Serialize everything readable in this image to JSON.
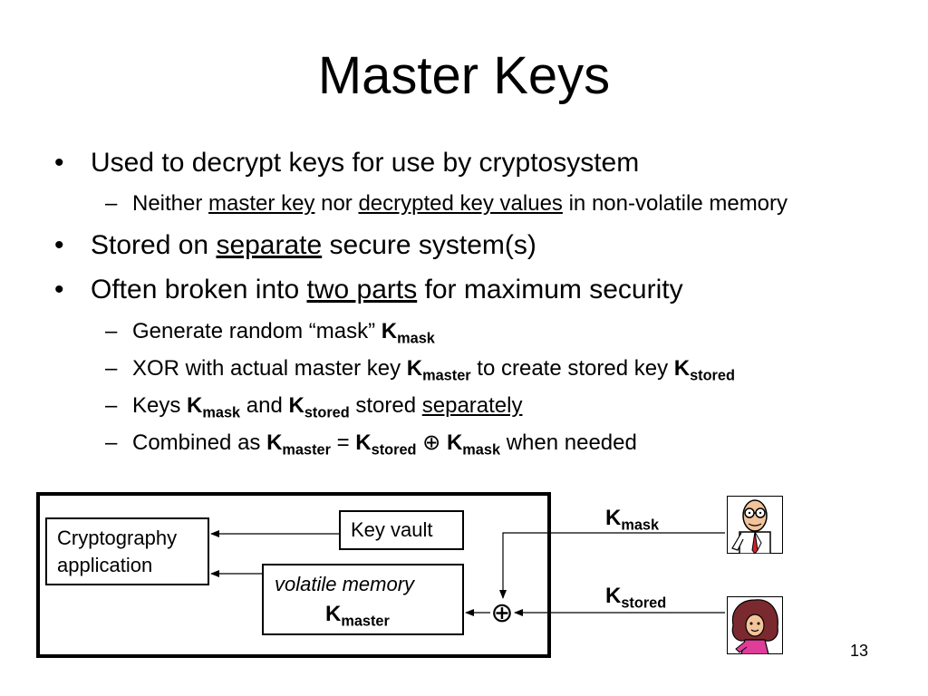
{
  "slide": {
    "title": "Master Keys",
    "page_number": "13"
  },
  "bullets": {
    "b1": "Used to decrypt keys for use by cryptosystem",
    "b1_sub1": {
      "t1": "Neither ",
      "u1": "master key",
      "t2": " nor ",
      "u2": "decrypted key values",
      "t3": " in non-volatile memory"
    },
    "b2": {
      "t1": "Stored on ",
      "u1": "separate",
      "t2": " secure system(s)"
    },
    "b3": {
      "t1": "Often broken into ",
      "u1": "two parts",
      "t2": " for maximum security"
    },
    "b3_sub1": {
      "t1": "Generate random “mask” "
    },
    "b3_sub2": {
      "t1": "XOR with actual master key ",
      "t2": " to create stored key "
    },
    "b3_sub3": {
      "t1": "Keys ",
      "t2": " and ",
      "t3": " stored ",
      "u1": "separately"
    },
    "b3_sub4": {
      "t1": "Combined as ",
      "eq": " = ",
      "xor": " ⊕ ",
      "t2": " when needed"
    }
  },
  "keys": {
    "K": "K",
    "mask": "mask",
    "master": "master",
    "stored": "stored"
  },
  "bullet_symbol": "•",
  "dash_symbol": "–",
  "diagram": {
    "crypto_app_line1": "Cryptography",
    "crypto_app_line2": "application",
    "key_vault": "Key vault",
    "volatile_memory": "volatile memory",
    "xor_symbol": "⊕",
    "person_top_icon": "engineer-with-glasses-icon",
    "person_bottom_icon": "woman-with-big-hair-icon"
  }
}
